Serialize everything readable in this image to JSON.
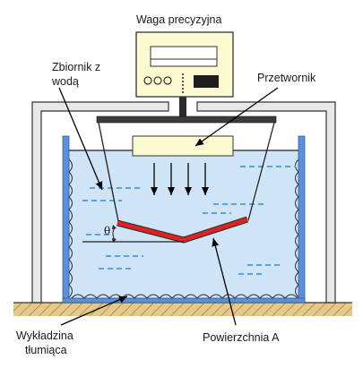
{
  "labels": {
    "scale": "Waga precyzyjna",
    "tank_line1": "Zbiornik z",
    "tank_line2": "wodą",
    "transducer": "Przetwornik",
    "damping_line1": "Wykładzina",
    "damping_line2": "tłumiąca",
    "surface": "Powierzchnia A",
    "angle": "θ"
  },
  "colors": {
    "water": "#cfe4f6",
    "dash": "#5aa3dc",
    "tank_wall": "#5d8fd8",
    "frame": "#7a7a7a",
    "scale_body": "#fcfad0",
    "transducer": "#fcfad0",
    "surface": "#e02222",
    "ground": "#e6c98a"
  }
}
